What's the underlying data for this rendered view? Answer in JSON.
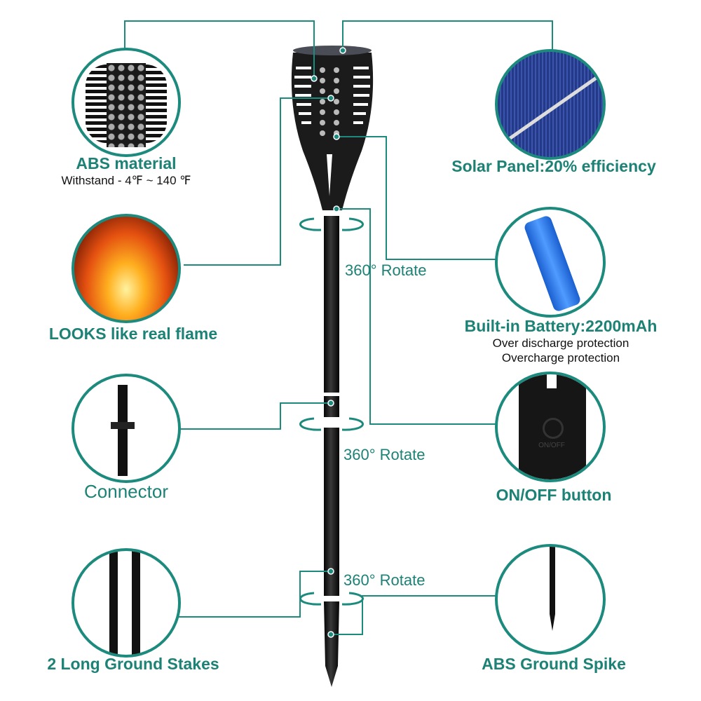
{
  "accent_color": "#1d8a7e",
  "features": {
    "abs_material": {
      "title": "ABS material",
      "subtitle": "Withstand - 4℉ ~ 140 ℉"
    },
    "solar_panel": {
      "title": "Solar Panel:20% efficiency"
    },
    "flame": {
      "title": "LOOKS like real flame"
    },
    "battery": {
      "title": "Built-in Battery:2200mAh",
      "sub1": "Over discharge protection",
      "sub2": "Overcharge protection"
    },
    "connector": {
      "title": "Connector"
    },
    "switch": {
      "title": "ON/OFF button",
      "button_print": "ON/OFF"
    },
    "stakes": {
      "title": "2 Long Ground Stakes"
    },
    "spike": {
      "title": "ABS Ground Spike"
    }
  },
  "rotate_labels": [
    "360° Rotate",
    "360° Rotate",
    "360° Rotate"
  ]
}
